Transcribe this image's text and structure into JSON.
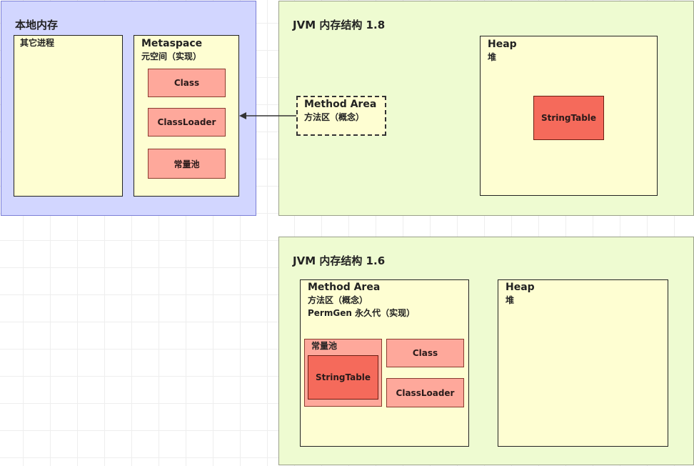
{
  "native_memory": {
    "title": "本地内存",
    "other_process": "其它进程",
    "metaspace": {
      "title": "Metaspace",
      "subtitle": "元空间（实现）",
      "items": [
        "Class",
        "ClassLoader",
        "常量池"
      ]
    }
  },
  "jvm18": {
    "title": "JVM 内存结构 1.8",
    "method_area": {
      "title": "Method Area",
      "subtitle": "方法区（概念）"
    },
    "heap": {
      "title": "Heap",
      "subtitle": "堆",
      "string_table": "StringTable"
    }
  },
  "jvm16": {
    "title": "JVM 内存结构 1.6",
    "method_area": {
      "title": "Method Area",
      "subtitle": "方法区（概念）",
      "subtitle2": "PermGen 永久代（实现）",
      "constant_pool": "常量池",
      "string_table": "StringTable",
      "class": "Class",
      "class_loader": "ClassLoader"
    },
    "heap": {
      "title": "Heap",
      "subtitle": "堆"
    }
  },
  "colors": {
    "native_bg": "#d2d6ff",
    "jvm_bg": "#eefbd1",
    "region_bg": "#fefed2",
    "item_bg": "#fea89b",
    "string_table_bg": "#f56a5b"
  }
}
